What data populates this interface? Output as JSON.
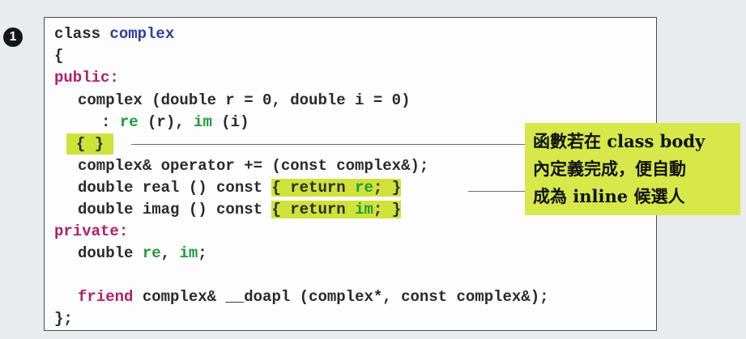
{
  "badge": "1",
  "code": {
    "class_keyword": "class",
    "class_name": "complex",
    "open_brace": "{",
    "public_label": "public:",
    "ctor_sig": "complex (double r = 0, double i = 0)",
    "init_colon": ": ",
    "init_re": "re",
    "init_re_arg": " (r), ",
    "init_im": "im",
    "init_im_arg": " (i)",
    "ctor_body": "{ }",
    "op_decl": "complex& operator += (const complex&);",
    "real_sig": "double real () const ",
    "real_body_prefix": "{ return ",
    "real_body_member": "re",
    "real_body_suffix": "; }",
    "imag_sig": "double imag () const ",
    "imag_body_prefix": "{ return ",
    "imag_body_member": "im",
    "imag_body_suffix": "; }",
    "private_label": "private:",
    "data_type": "double ",
    "data_re": "re",
    "data_sep": ", ",
    "data_im": "im",
    "data_end": ";",
    "friend_keyword": "friend",
    "friend_decl": " complex& __doapl (complex*, const complex&);",
    "close_brace": "};"
  },
  "callout": {
    "line1": "函數若在 class body",
    "line2": "內定義完成，便自動",
    "line3": "成為 inline 候選人"
  },
  "colors": {
    "background": "#e9ecee",
    "panel": "#fdfdfd",
    "highlight": "#cfe23a",
    "callout": "#d6e84a",
    "keyword_blue": "#2e3ea8",
    "access_purple": "#b0206a",
    "member_green": "#1e9a3a"
  }
}
